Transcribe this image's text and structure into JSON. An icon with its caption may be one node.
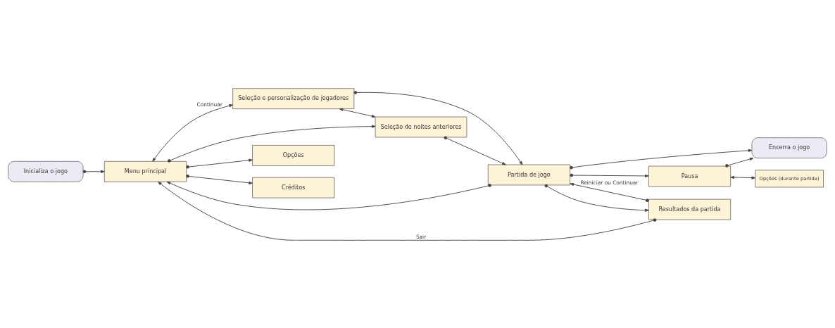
{
  "diagram": {
    "nodes": [
      {
        "text": [
          "Inicializa o jogo"
        ]
      },
      {
        "text": [
          "Menu principal"
        ]
      },
      {
        "text": [
          "Seleção e personalização de jogadores"
        ]
      },
      {
        "text": [
          "Seleção de noites anteriores"
        ]
      },
      {
        "text": [
          "Opções"
        ]
      },
      {
        "text": [
          "Créditos"
        ]
      },
      {
        "text": [
          "Partida de jogo"
        ]
      },
      {
        "text": [
          "Encerra o jogo"
        ]
      },
      {
        "text": [
          "Pausa"
        ]
      },
      {
        "text": [
          "Opções (durante partida)"
        ]
      },
      {
        "text": [
          "Resultados da partida"
        ]
      }
    ],
    "edges": [
      {
        "from": 0,
        "to": 1,
        "arrow": "to"
      },
      {
        "from": 1,
        "to": 2,
        "arrow": "both",
        "label": "Continuar"
      },
      {
        "from": 2,
        "to": 3,
        "arrow": "both"
      },
      {
        "from": 1,
        "to": 3,
        "arrow": "to"
      },
      {
        "from": 1,
        "to": 4,
        "arrow": "to"
      },
      {
        "from": 1,
        "to": 5,
        "arrow": "to"
      },
      {
        "from": 2,
        "to": 6,
        "arrow": "to"
      },
      {
        "from": 3,
        "to": 6,
        "arrow": "to"
      },
      {
        "from": 6,
        "to": 7,
        "arrow": "to"
      },
      {
        "from": 6,
        "to": 8,
        "arrow": "to"
      },
      {
        "from": 8,
        "to": 9,
        "arrow": "both"
      },
      {
        "from": 6,
        "to": 10,
        "arrow": "to"
      },
      {
        "from": 8,
        "to": 7,
        "arrow": "to"
      },
      {
        "from": 10,
        "to": 6,
        "arrow": "to",
        "label": "Reiniciar ou Continuar"
      },
      {
        "from": 10,
        "to": 1,
        "arrow": "to",
        "label": "Sair"
      },
      {
        "from": 6,
        "to": 1,
        "arrow": "to"
      }
    ]
  }
}
